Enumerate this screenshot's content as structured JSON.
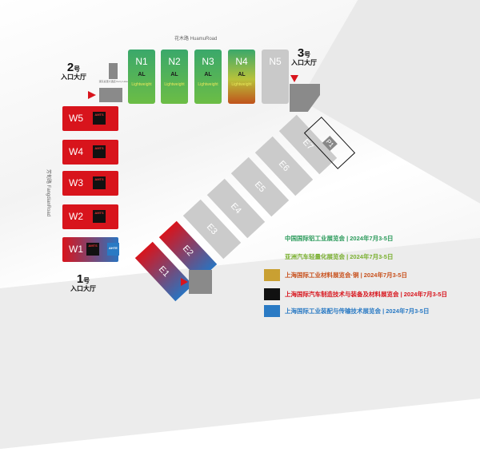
{
  "roads": {
    "north": "花木路 HuamuRoad",
    "west": "芳甸路 FangdianRoad"
  },
  "hotel": "浦东嘉里大酒店 Kerry Hotel",
  "entrances": [
    {
      "num": "1",
      "unit": "号",
      "label": "入口大厅"
    },
    {
      "num": "2",
      "unit": "号",
      "label": "入口大厅"
    },
    {
      "num": "3",
      "unit": "号",
      "label": "入口大厅"
    }
  ],
  "north_halls": [
    {
      "name": "N1",
      "style": "green"
    },
    {
      "name": "N2",
      "style": "green"
    },
    {
      "name": "N3",
      "style": "green"
    },
    {
      "name": "N4",
      "style": "n4"
    },
    {
      "name": "N5",
      "style": "gray"
    }
  ],
  "west_halls": [
    {
      "name": "W5",
      "ahte": false
    },
    {
      "name": "W4",
      "ahte": false
    },
    {
      "name": "W3",
      "ahte": false
    },
    {
      "name": "W2",
      "ahte": false
    },
    {
      "name": "W1",
      "ahte": true
    }
  ],
  "east_halls": [
    {
      "name": "E1",
      "active": true
    },
    {
      "name": "E2",
      "active": true
    },
    {
      "name": "E3",
      "active": false
    },
    {
      "name": "E4",
      "active": false
    },
    {
      "name": "E5",
      "active": false
    },
    {
      "name": "E6",
      "active": false
    },
    {
      "name": "E7",
      "active": false
    }
  ],
  "p1": "P1",
  "logos": {
    "al": "AL",
    "lightweight": "Lightweight",
    "amts": "AMTS",
    "ahte": "AHTE"
  },
  "legend": [
    {
      "text": "中国国际铝工业展览会 | 2024年7月3-5日",
      "color": "#2a9a5a",
      "icon": "al-logo"
    },
    {
      "text": "亚洲汽车轻量化展览会 | 2024年7月3-5日",
      "color": "#7ab030",
      "icon": "lightweight-logo"
    },
    {
      "text": "上海国际工业材料展览会·铜 | 2024年7月3-5日",
      "color": "#c8501c",
      "icon": "copper-logo"
    },
    {
      "text": "上海国际汽车制造技术与装备及材料展览会 | 2024年7月3-5日",
      "color": "#d8141c",
      "icon": "amts-logo"
    },
    {
      "text": "上海国际工业装配与传输技术展览会 | 2024年7月3-5日",
      "color": "#2a7ac4",
      "icon": "ahte-logo"
    }
  ]
}
